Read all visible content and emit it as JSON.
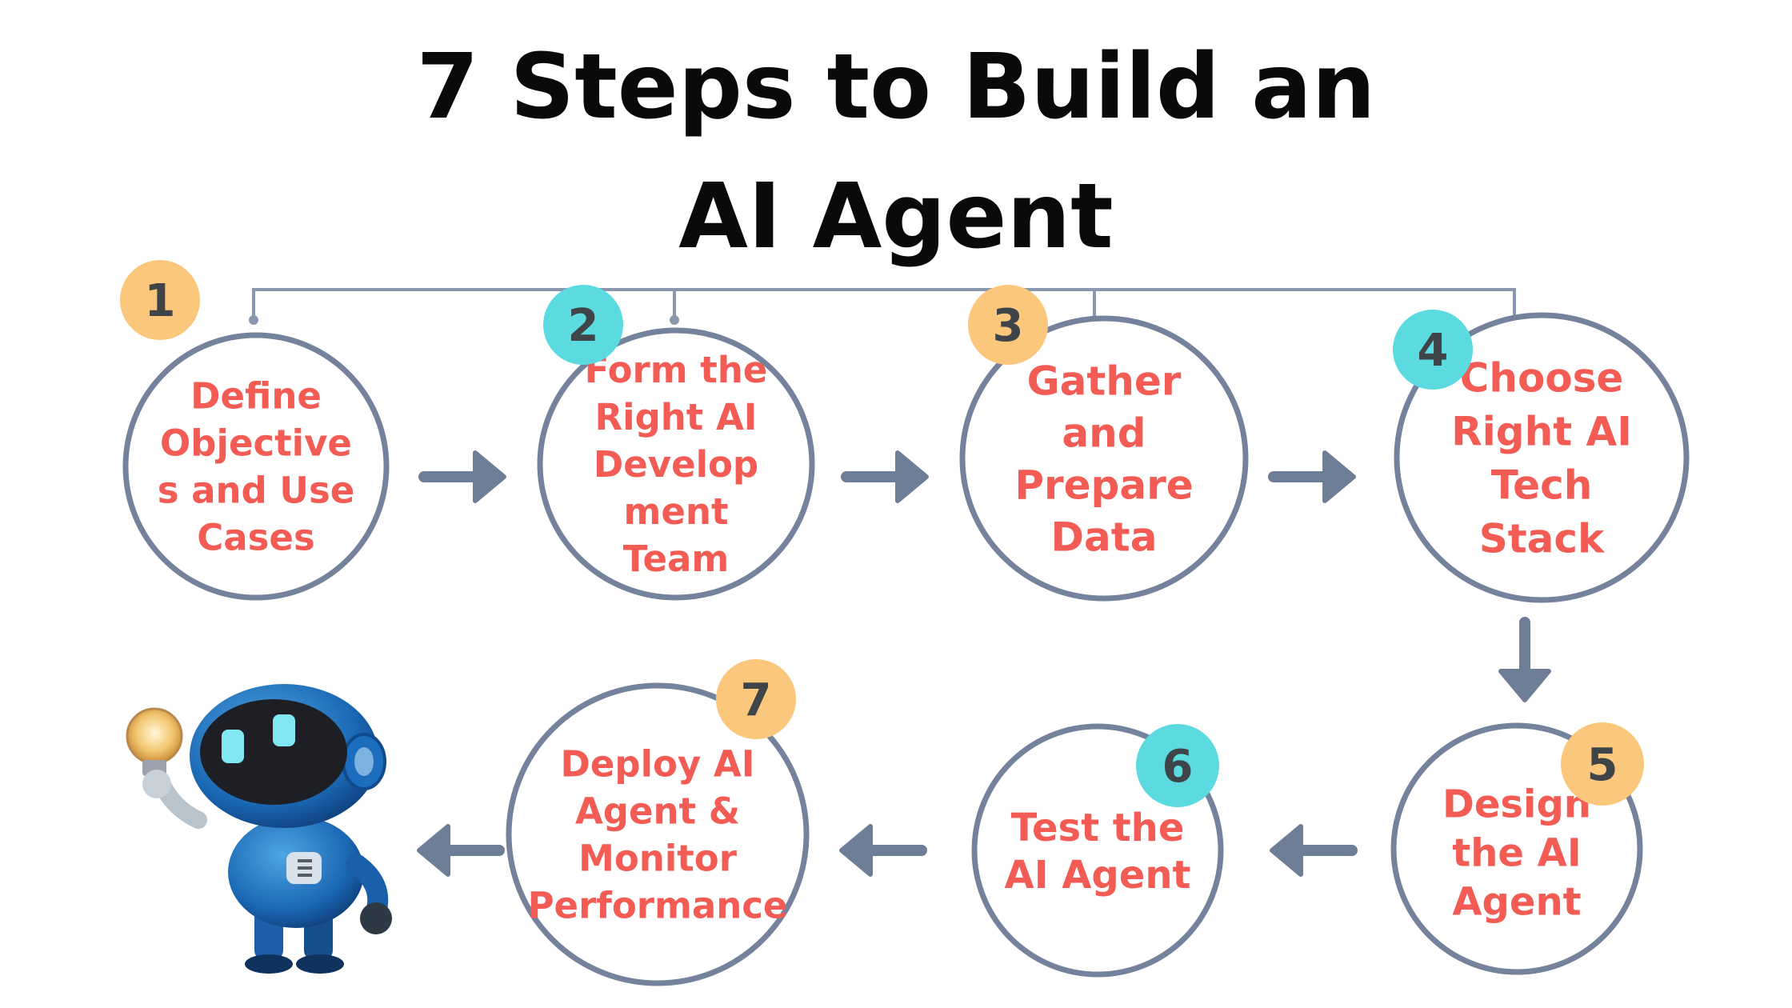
{
  "title": {
    "line1": "7 Steps to Build an",
    "line2": "AI Agent"
  },
  "colors": {
    "ring": "#74839b",
    "connector": "#8a98ad",
    "arrow": "#6e7e96",
    "step_text": "#f25c54",
    "badge_orange": "#fbc77c",
    "badge_teal": "#5bdbe0",
    "badge_text": "#3f4448"
  },
  "steps": [
    {
      "number": "1",
      "lines": [
        "Define",
        "Objective",
        "s and Use",
        "Cases"
      ],
      "badge_color": "orange"
    },
    {
      "number": "2",
      "lines": [
        "Form the",
        "Right AI",
        "Develop",
        "ment",
        "Team"
      ],
      "badge_color": "teal"
    },
    {
      "number": "3",
      "lines": [
        "Gather",
        "and",
        "Prepare",
        "Data"
      ],
      "badge_color": "orange"
    },
    {
      "number": "4",
      "lines": [
        "Choose",
        "Right AI",
        "Tech",
        "Stack"
      ],
      "badge_color": "teal"
    },
    {
      "number": "5",
      "lines": [
        "Design",
        "the AI",
        "Agent"
      ],
      "badge_color": "orange"
    },
    {
      "number": "6",
      "lines": [
        "Test the",
        "AI Agent"
      ],
      "badge_color": "teal"
    },
    {
      "number": "7",
      "lines": [
        "Deploy AI",
        "Agent &",
        "Monitor",
        "Performance"
      ],
      "badge_color": "orange"
    }
  ],
  "illustration": {
    "icon": "robot-holding-lightbulb-icon"
  }
}
